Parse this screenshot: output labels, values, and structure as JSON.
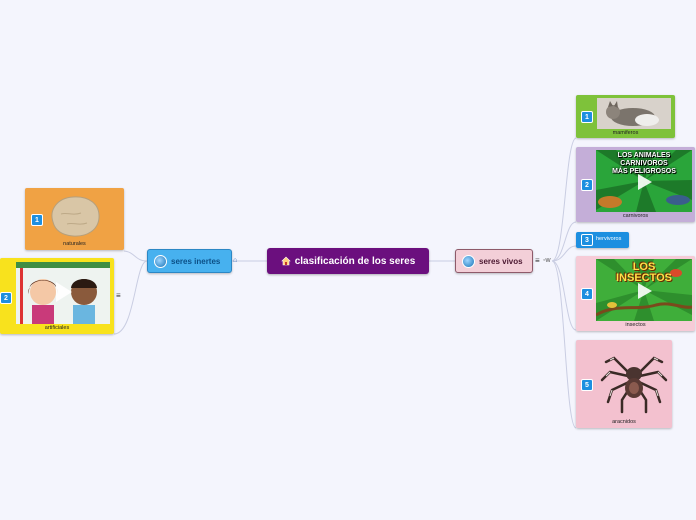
{
  "center": {
    "label": "clasificación de los seres"
  },
  "branches": {
    "inertes": {
      "label": "seres inertes",
      "children": [
        {
          "num": "1",
          "label": "naturales"
        },
        {
          "num": "2",
          "label": "artificiales"
        }
      ]
    },
    "vivos": {
      "label": "seres vivos",
      "children": [
        {
          "num": "1",
          "label": "mamiferos"
        },
        {
          "num": "2",
          "label": "carnivoros",
          "poster": [
            "LOS ANIMALES",
            "CARNIVOROS",
            "MÁS PELIGROSOS"
          ]
        },
        {
          "num": "3",
          "label": "hervivoros"
        },
        {
          "num": "4",
          "label": "insectos",
          "poster": [
            "LOS",
            "INSECTOS"
          ]
        },
        {
          "num": "5",
          "label": "aracnidos"
        }
      ]
    }
  },
  "colors": {
    "center": "#6b0f7e",
    "inertes": "#47b1ef",
    "vivos": "#f3cfd8",
    "naturales": "#f0a244",
    "artificiales": "#f8e21d",
    "mamiferos": "#7ec23a",
    "carnivoros": "#c4aed8",
    "hervivoros": "#1d8fe0",
    "insectos": "#f6cbd7",
    "aracnidos": "#f3c1cf"
  }
}
